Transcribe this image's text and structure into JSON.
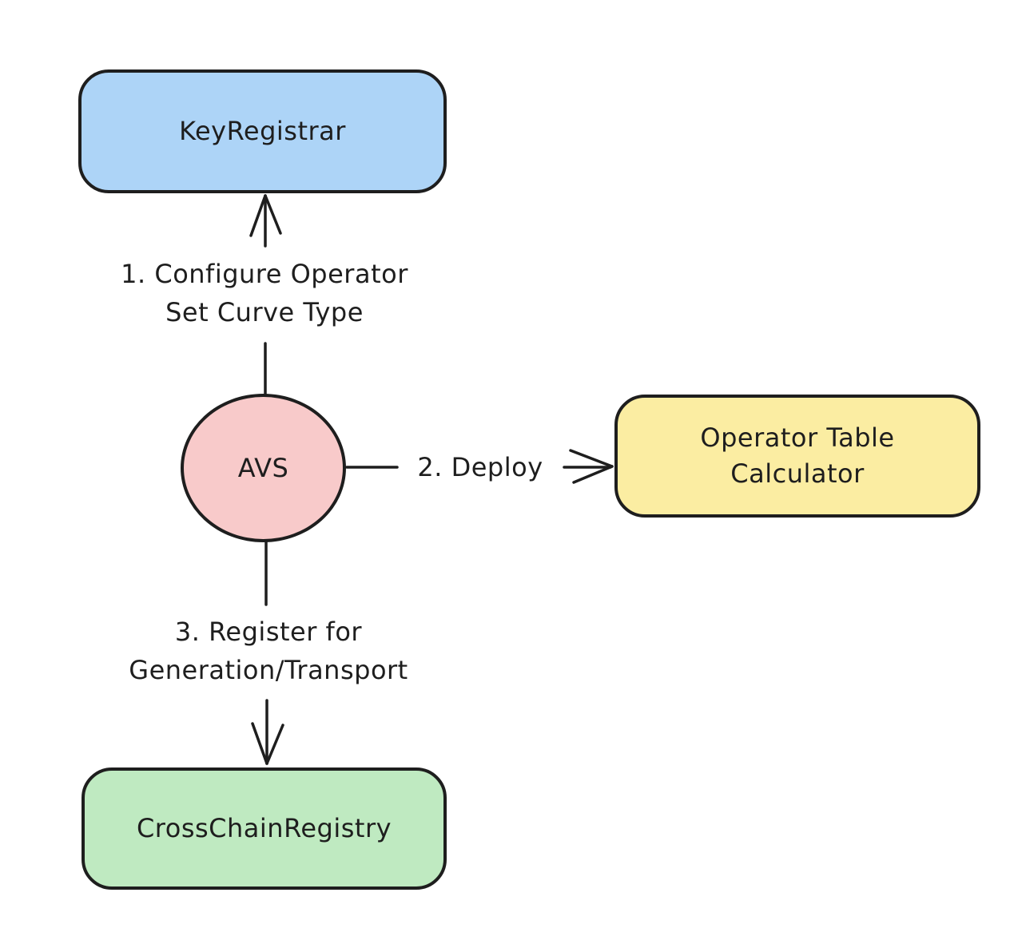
{
  "colors": {
    "canvas-bg": "#ffffff",
    "stroke": "#1e1e1e",
    "node-blue": "#add4f7",
    "node-pink": "#f8caca",
    "node-yellow": "#fbeda2",
    "node-green": "#bfeac1"
  },
  "nodes": {
    "key_registrar": {
      "label": "KeyRegistrar"
    },
    "avs": {
      "label": "AVS"
    },
    "operator_table_calculator": {
      "lines": [
        "Operator Table",
        "Calculator"
      ]
    },
    "cross_chain_registry": {
      "label": "CrossChainRegistry"
    }
  },
  "edges": {
    "configure_operator": {
      "lines": [
        "1. Configure Operator",
        "Set Curve Type"
      ]
    },
    "deploy": {
      "label": "2. Deploy"
    },
    "register": {
      "lines": [
        "3. Register for",
        "Generation/Transport"
      ]
    }
  }
}
